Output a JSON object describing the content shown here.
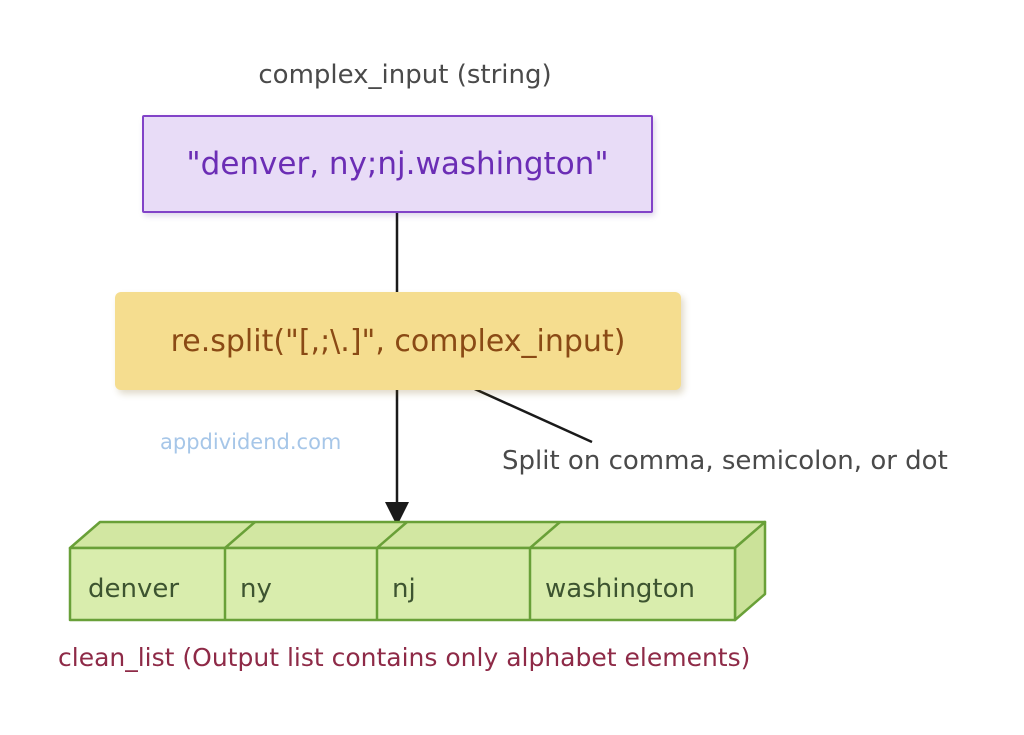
{
  "diagram": {
    "input_label": "complex_input (string)",
    "input_value": "\"denver, ny;nj.washington\"",
    "operation": "re.split(\"[,;\\.]\", complex_input)",
    "watermark": "appdividend.com",
    "annotation": "Split on comma, semicolon, or dot",
    "output_label": "clean_list (Output list contains only alphabet elements)",
    "output_items": [
      "denver",
      "ny",
      "nj",
      "washington"
    ],
    "colors": {
      "input_box_fill": "#e8dcf7",
      "input_box_border": "#8243c8",
      "input_text": "#6b2db5",
      "operation_box_fill": "#f5dd8f",
      "operation_text": "#8a4a15",
      "list_fill": "#d9edad",
      "list_fill_top": "#d2e7a2",
      "list_fill_side": "#cbe299",
      "list_border": "#69a038",
      "list_text": "#3d5430",
      "watermark_text": "#a6c6e8",
      "label_text": "#4a4a4a",
      "output_label_text": "#8e2a47",
      "arrow": "#1a1a1a"
    }
  }
}
